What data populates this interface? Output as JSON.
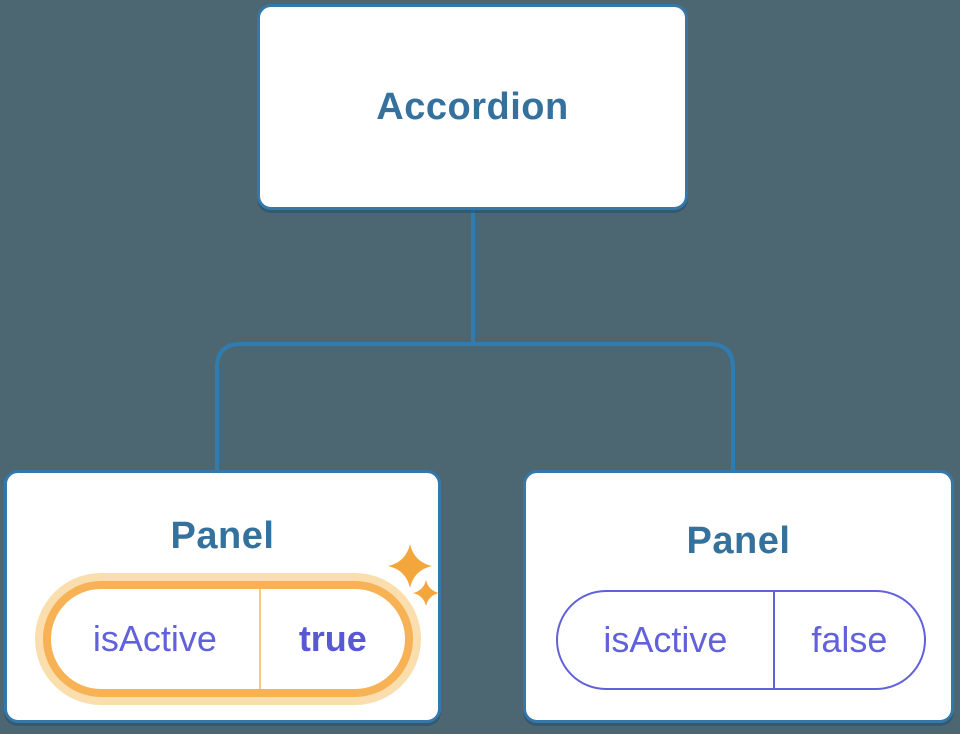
{
  "diagram": {
    "description": "Component tree diagram: Accordion parent with two Panel children holding isActive state",
    "tree": {
      "root": {
        "label": "Accordion"
      },
      "children": [
        {
          "label": "Panel",
          "state_key": "isActive",
          "state_value": "true",
          "highlighted": true
        },
        {
          "label": "Panel",
          "state_key": "isActive",
          "state_value": "false",
          "highlighted": false
        }
      ]
    },
    "colors": {
      "background": "#4d6772",
      "node_fill": "#ffffff",
      "node_border_blue": "#3478ab",
      "connector_blue": "#2f7cb1",
      "node_label_blue": "#35719d",
      "state_purple": "#6161db",
      "state_value_bold_purple": "#5858d4",
      "highlight_orange": "#f6b255",
      "highlight_glow_orange": "#fbdeae",
      "divider_orange": "#f8c87e",
      "sparkle_orange": "#f2a63c"
    }
  }
}
